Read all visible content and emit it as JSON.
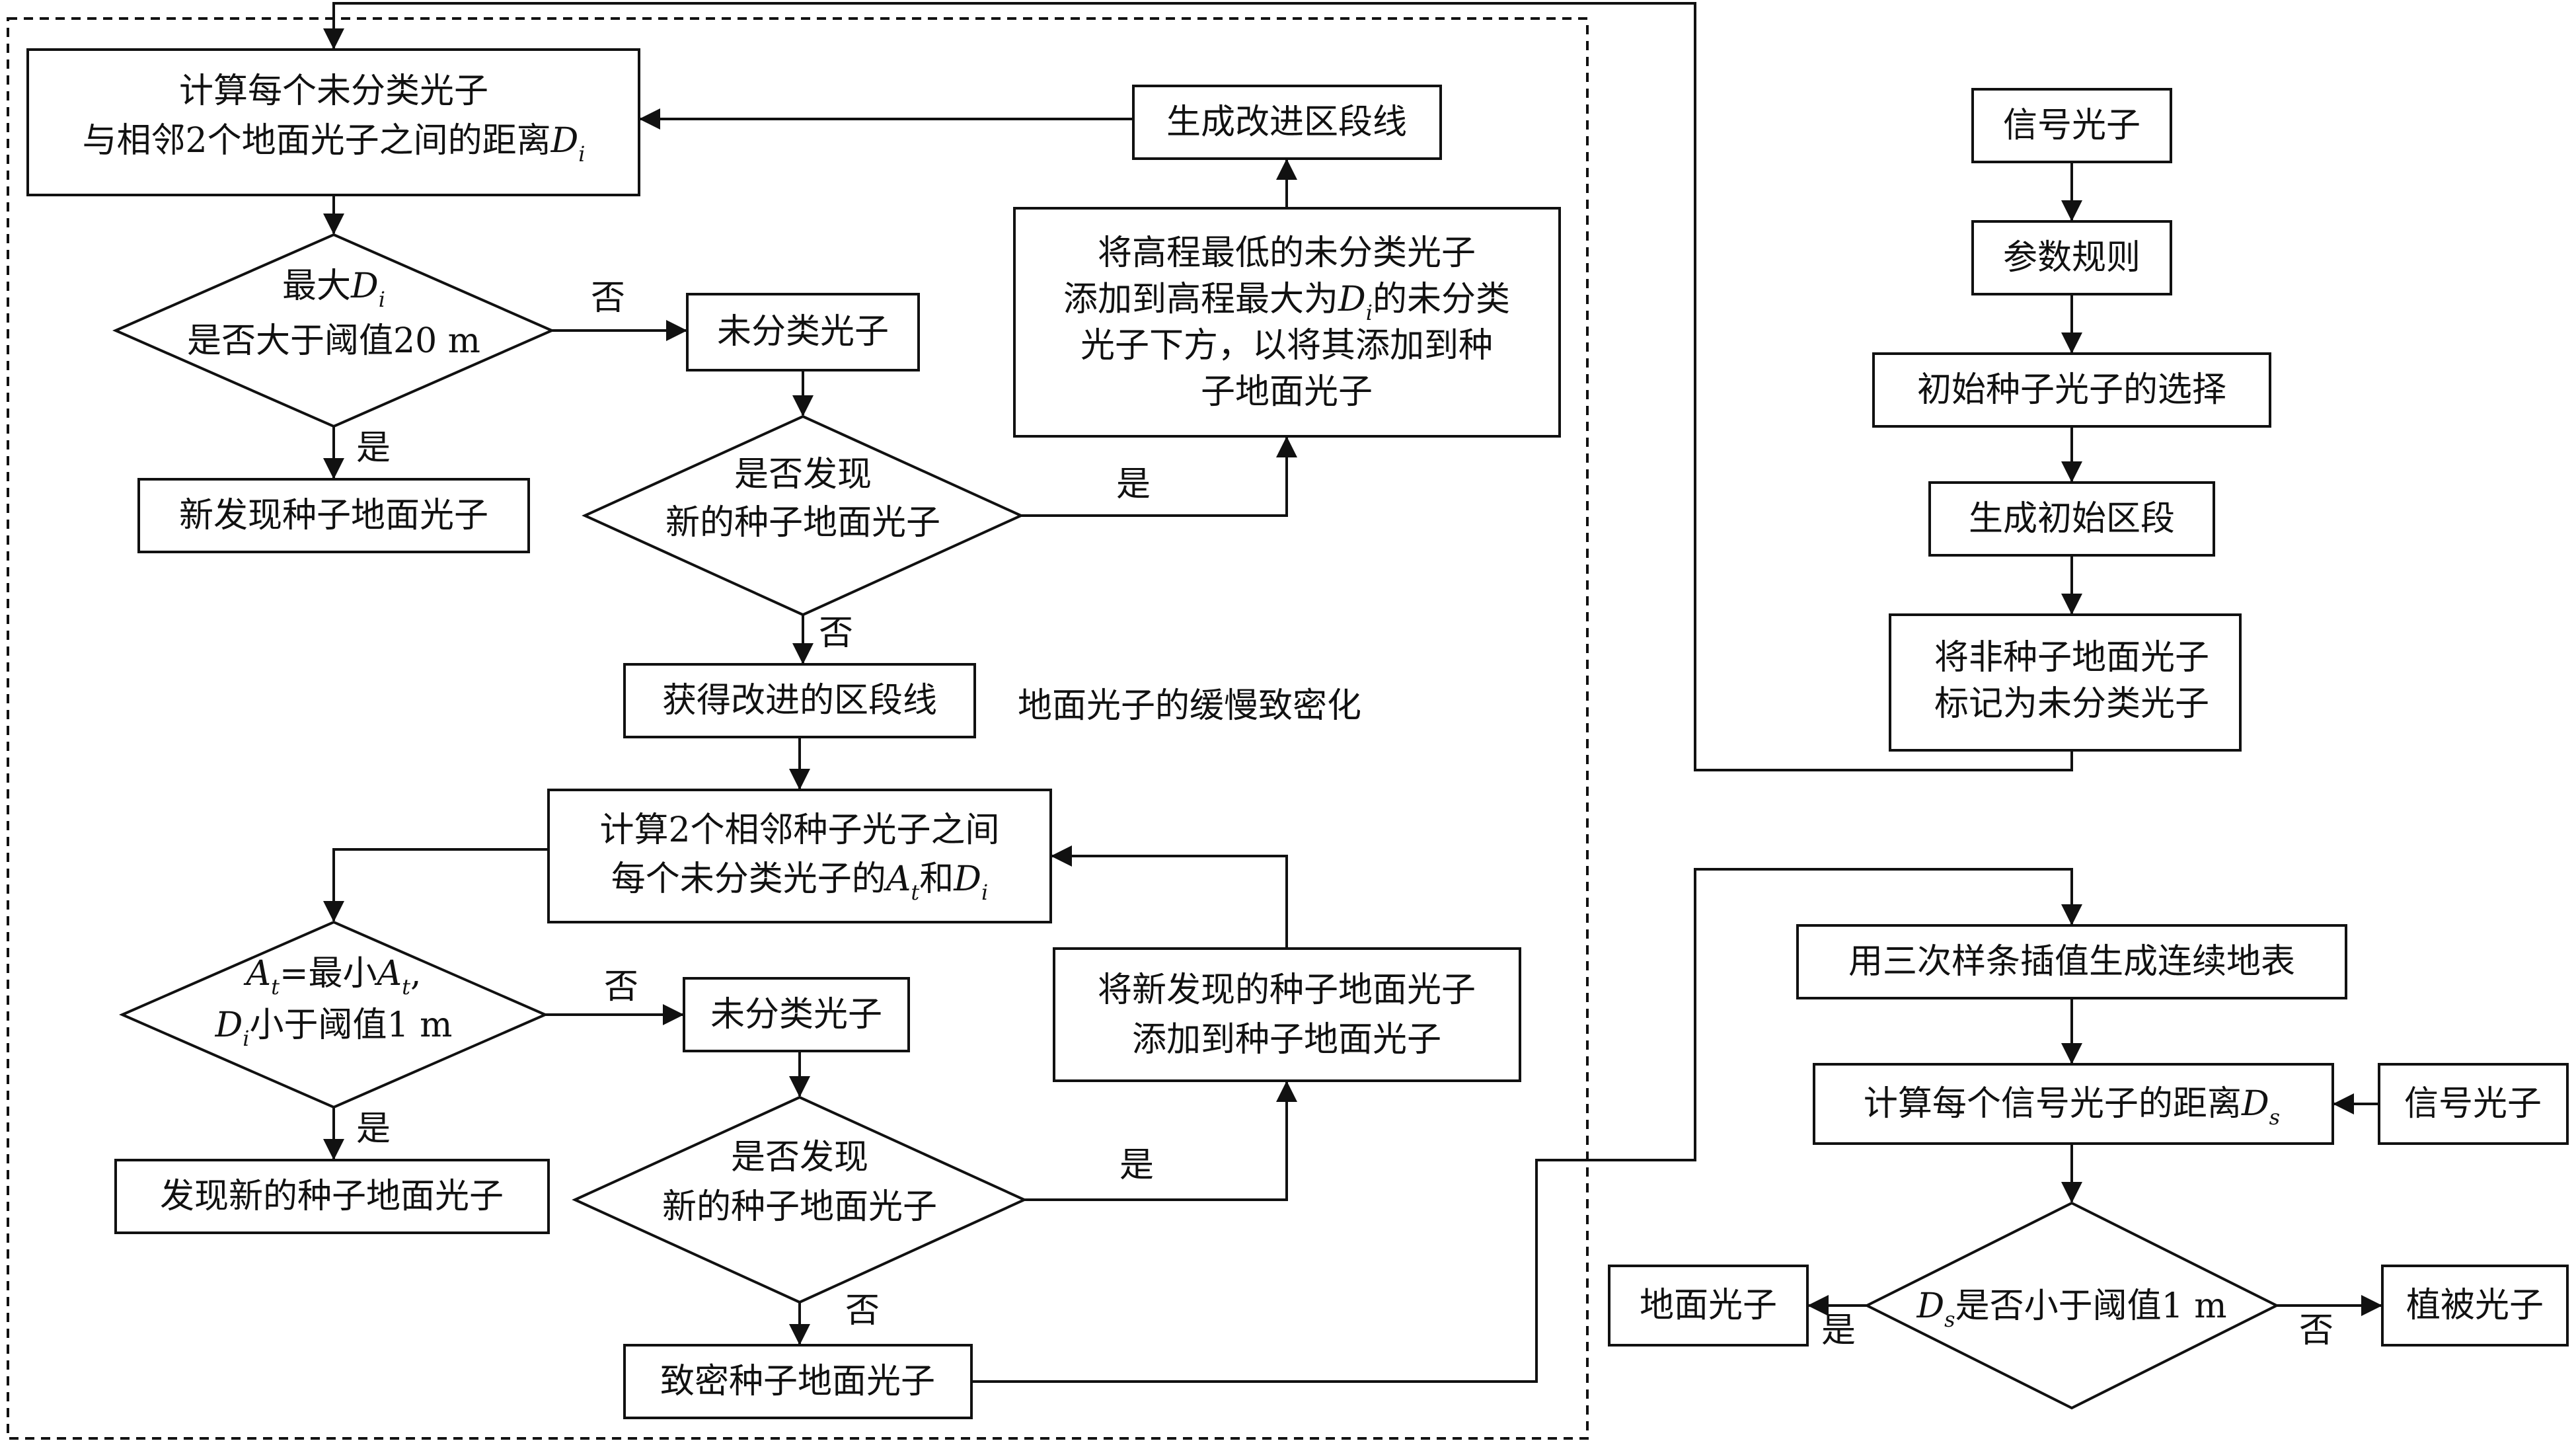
{
  "colors": {
    "line": "#111111",
    "background": "#ffffff"
  },
  "loop_label": "地面光子的缓慢致密化",
  "right": {
    "signal": "信号光子",
    "params": "参数规则",
    "init_seed": "初始种子光子的选择",
    "init_seg": "生成初始区段",
    "mark": [
      "将非种子地面光子",
      "标记为未分类光子"
    ],
    "spline": "用三次样条插值生成连续地表",
    "calc_ds": {
      "text": "计算每个信号光子的距离",
      "var": "D",
      "sub": "s"
    },
    "signal2": "信号光子",
    "decision": {
      "var": "D",
      "sub": "s",
      "text": "是否小于阈值1 m"
    },
    "ground": "地面光子",
    "veg": "植被光子",
    "yes": "是",
    "no": "否"
  },
  "stage1": {
    "calc": {
      "line1": "计算每个未分类光子",
      "line2": "与相邻2个地面光子之间的距离",
      "var": "D",
      "sub": "i"
    },
    "decision": {
      "line1": "最大",
      "var": "D",
      "sub": "i",
      "line2": "是否大于阈值20 m"
    },
    "yes": "是",
    "no": "否",
    "new_found": "新发现种子地面光子",
    "unclassified": "未分类光子",
    "found_q": [
      "是否发现",
      "新的种子地面光子"
    ],
    "found_yes": "是",
    "found_no": "否",
    "add_box": {
      "line1": "将高程最低的未分类光子",
      "line2a": "添加到高程最大为",
      "var": "D",
      "sub": "i",
      "line2b": "的未分类",
      "line3": "光子下方，以将其添加到种",
      "line4": "子地面光子"
    },
    "gen_line": "生成改进区段线",
    "improved": "获得改进的区段线"
  },
  "stage2": {
    "calc": {
      "line1": "计算2个相邻种子光子之间",
      "line2a": "每个未分类光子的",
      "var1": "A",
      "sub1": "t",
      "and": "和",
      "var2": "D",
      "sub2": "i"
    },
    "decision": {
      "var1": "A",
      "sub1": "t",
      "eq": "=最小",
      "var1b": "A",
      "sub1b": "t",
      "comma": ",",
      "var2": "D",
      "sub2": "i",
      "line2": "小于阈值1 m"
    },
    "yes": "是",
    "no": "否",
    "new_found": "发现新的种子地面光子",
    "unclassified": "未分类光子",
    "found_q": [
      "是否发现",
      "新的种子地面光子"
    ],
    "found_yes": "是",
    "found_no": "否",
    "add_box": [
      "将新发现的种子地面光子",
      "添加到种子地面光子"
    ],
    "dense": "致密种子地面光子"
  }
}
